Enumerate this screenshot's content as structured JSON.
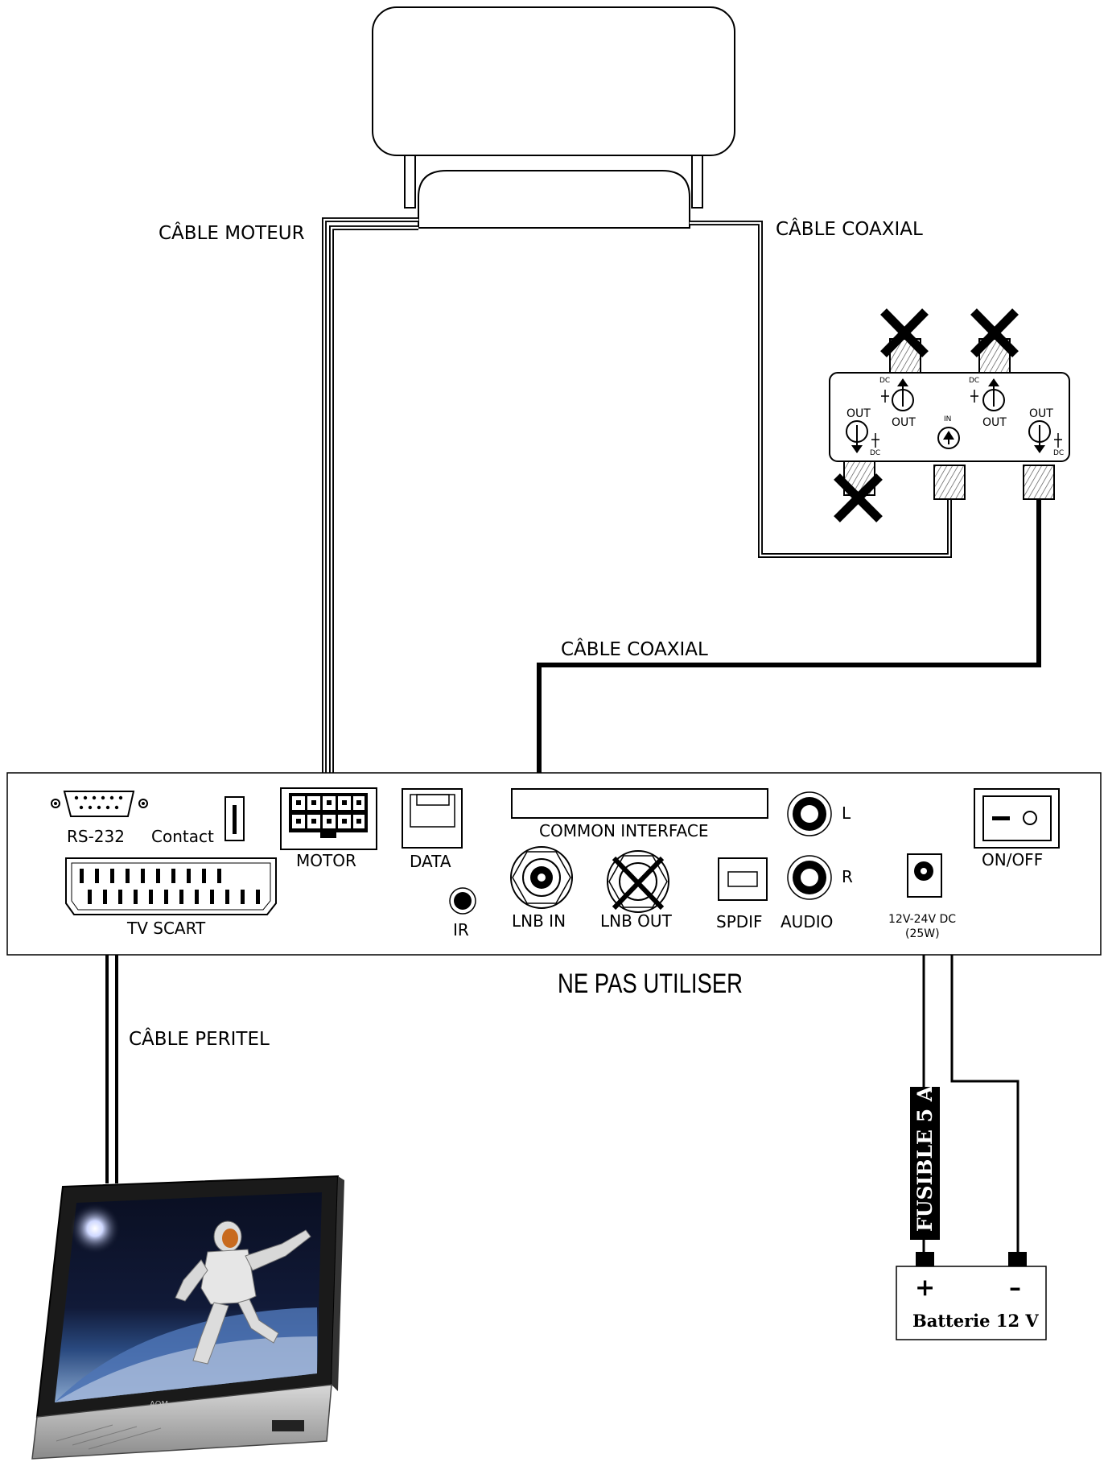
{
  "cables": {
    "motor": "CÂBLE MOTEUR",
    "coax_top": "CÂBLE COAXIAL",
    "coax_mid": "CÂBLE COAXIAL",
    "peritel": "CÂBLE PERITEL"
  },
  "switch_box": {
    "out_left": "OUT",
    "out_top_left": "OUT",
    "in": "IN",
    "out_top_right": "OUT",
    "out_right": "OUT",
    "dc": "DC"
  },
  "receiver": {
    "rs232": "RS-232",
    "contact": "Contact",
    "motor": "MOTOR",
    "data": "DATA",
    "common_interface": "COMMON INTERFACE",
    "tv_scart": "TV SCART",
    "ir": "IR",
    "lnb_in": "LNB IN",
    "lnb_out": "LNB OUT",
    "spdif": "SPDIF",
    "audio": "AUDIO",
    "audio_l": "L",
    "audio_r": "R",
    "power_line1": "12V-24V DC",
    "power_line2": "(25W)",
    "on_off": "ON/OFF"
  },
  "warning": "NE PAS UTILISER",
  "fuse": "FUSIBLE 5 A.",
  "battery": {
    "plus": "+",
    "minus": "–",
    "label": "Batterie 12 V"
  },
  "tv": {
    "brand": "AOM"
  }
}
